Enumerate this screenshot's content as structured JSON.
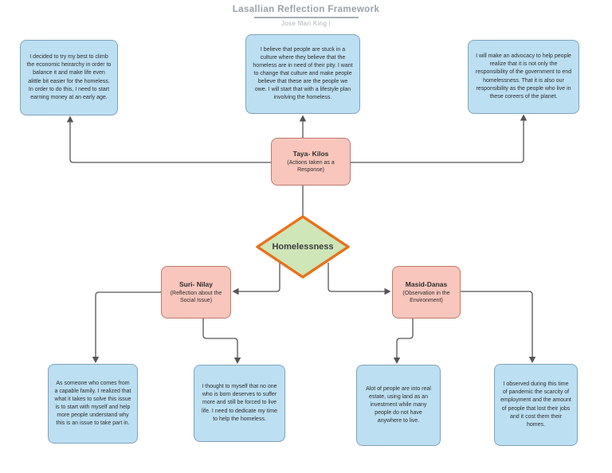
{
  "header": {
    "title": "Lasallian Reflection Framework",
    "subtitle": "Jose Mari King  |"
  },
  "diagram": {
    "center": {
      "label": "Homelessness"
    },
    "nodes": {
      "taya": {
        "title": "Taya- Kilos",
        "subtitle": "(Actions taken as a Response)"
      },
      "suri": {
        "title": "Suri- Nilay",
        "subtitle": "(Reflection about the Social Issue)"
      },
      "masid": {
        "title": "Masid-Danas",
        "subtitle": "(Observation in the Environment)"
      }
    },
    "notes": {
      "top_left": "I decided to try my best to climb the economic heirarchy in order to balance it and make life even alittle bit easier for the homeless. In order to do this, I need to start earning money at an early age.",
      "top_center": "I believe that people are stuck in a culture where they believe that the homeless are in need of their pity. I want to change that culture and make people believe that these are the people we owe. I will start that with a lifestyle plan involving the homeless.",
      "top_right": "I will make an advocacy to help people realize that it is not only the responsibility of the government to end homelessness. That it is also our responsibility as the people who live in these coreers of the planet.",
      "bottom_1": "As someone who comes from a capable family. I realized that what it takes to solve this issue is to start with myself and help more people understand why this is an issue to take part in.",
      "bottom_2": "I thought to myself that no one who is born deserves to suffer more and still be forced to live life. I need to dedicate my time to help the homeless.",
      "bottom_3": "Alot of people are into real estate, using land as an investment while many people do not have anywhere to live.",
      "bottom_4": "I observed during this time of pandemic the scarcity of employment and the amount of people that lost their jobs and it cost them their homes."
    }
  },
  "colors": {
    "note_fill": "#BCDFF2",
    "note_stroke": "#7FA3BA",
    "node_fill": "#F8C6BC",
    "node_stroke": "#BE7A70",
    "diamond_fill": "#CEE6B8",
    "diamond_stroke": "#E8711C",
    "wire": "#545454",
    "stem": "#8F8F8F",
    "title_color": "#98A1AB",
    "subtitle_color": "#ABB3BA",
    "rule_color": "#A5AEB5"
  }
}
